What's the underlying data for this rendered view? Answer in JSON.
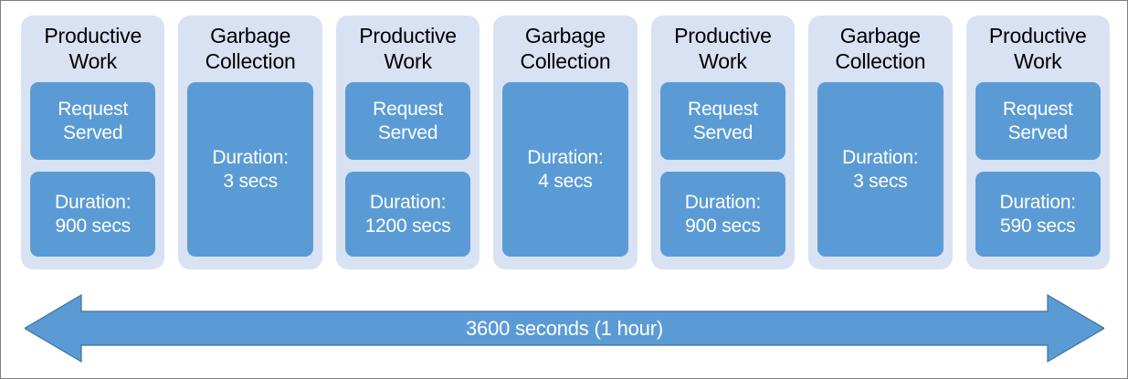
{
  "diagram": {
    "title_visible": false,
    "colors": {
      "card_background": "#d9e2f3",
      "chip_background": "#5b9bd5",
      "chip_text": "#ffffff",
      "title_text": "#000000",
      "arrow_fill": "#5b9bd5",
      "arrow_stroke": "#41719c",
      "page_border": "#7f7f7f",
      "page_background": "#ffffff"
    },
    "phases": [
      {
        "kind": "productive-work",
        "title": "Productive\nWork",
        "chips": [
          {
            "name": "request-served",
            "text": "Request\nServed"
          },
          {
            "name": "duration",
            "text": "Duration:\n900 secs",
            "duration_seconds": 900
          }
        ]
      },
      {
        "kind": "garbage-collection",
        "title": "Garbage\nCollection",
        "chips": [
          {
            "name": "duration",
            "text": "Duration:\n3 secs",
            "duration_seconds": 3
          }
        ]
      },
      {
        "kind": "productive-work",
        "title": "Productive\nWork",
        "chips": [
          {
            "name": "request-served",
            "text": "Request\nServed"
          },
          {
            "name": "duration",
            "text": "Duration:\n1200 secs",
            "duration_seconds": 1200
          }
        ]
      },
      {
        "kind": "garbage-collection",
        "title": "Garbage\nCollection",
        "chips": [
          {
            "name": "duration",
            "text": "Duration:\n4 secs",
            "duration_seconds": 4
          }
        ]
      },
      {
        "kind": "productive-work",
        "title": "Productive\nWork",
        "chips": [
          {
            "name": "request-served",
            "text": "Request\nServed"
          },
          {
            "name": "duration",
            "text": "Duration:\n900 secs",
            "duration_seconds": 900
          }
        ]
      },
      {
        "kind": "garbage-collection",
        "title": "Garbage\nCollection",
        "chips": [
          {
            "name": "duration",
            "text": "Duration:\n3 secs",
            "duration_seconds": 3
          }
        ]
      },
      {
        "kind": "productive-work",
        "title": "Productive\nWork",
        "chips": [
          {
            "name": "request-served",
            "text": "Request\nServed"
          },
          {
            "name": "duration",
            "text": "Duration:\n590 secs",
            "duration_seconds": 590
          }
        ]
      }
    ],
    "total_span": {
      "icon": "double-headed-arrow-icon",
      "label": "3600 seconds (1 hour)",
      "total_seconds": 3600
    }
  }
}
